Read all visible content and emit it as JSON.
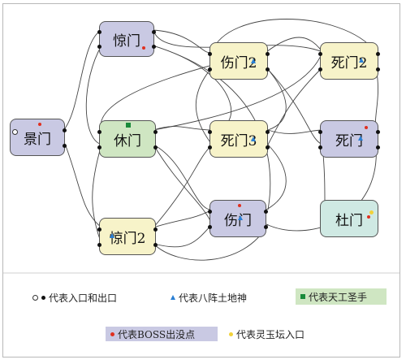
{
  "colors": {
    "lavender": "#c9c9e3",
    "cream": "#f7f3c9",
    "green": "#cfe6c2",
    "mint": "#cfe9e3",
    "boss": "#e03020",
    "tudishen": "#2a7fd4",
    "sage": "#1a8a3a",
    "jade": "#f2d23a",
    "legend_green_bg": "#cfe6c2",
    "legend_lavender_bg": "#c9c9e3"
  },
  "nodes": {
    "jing": {
      "label": "惊门"
    },
    "shang_top": {
      "label": "伤门2"
    },
    "si2": {
      "label": "死门2"
    },
    "jingmen": {
      "label": "景门"
    },
    "xiu": {
      "label": "休门"
    },
    "si3": {
      "label": "死门3"
    },
    "si": {
      "label": "死门"
    },
    "shang": {
      "label": "伤门"
    },
    "du": {
      "label": "杜门"
    },
    "jing2": {
      "label": "惊门2"
    }
  },
  "legend": {
    "entry_exit": "代表入口和出口",
    "tudishen": "代表八阵土地神",
    "sage": "代表天工圣手",
    "boss": "代表BOSS出没点",
    "jade": "代表灵玉坛入口"
  }
}
